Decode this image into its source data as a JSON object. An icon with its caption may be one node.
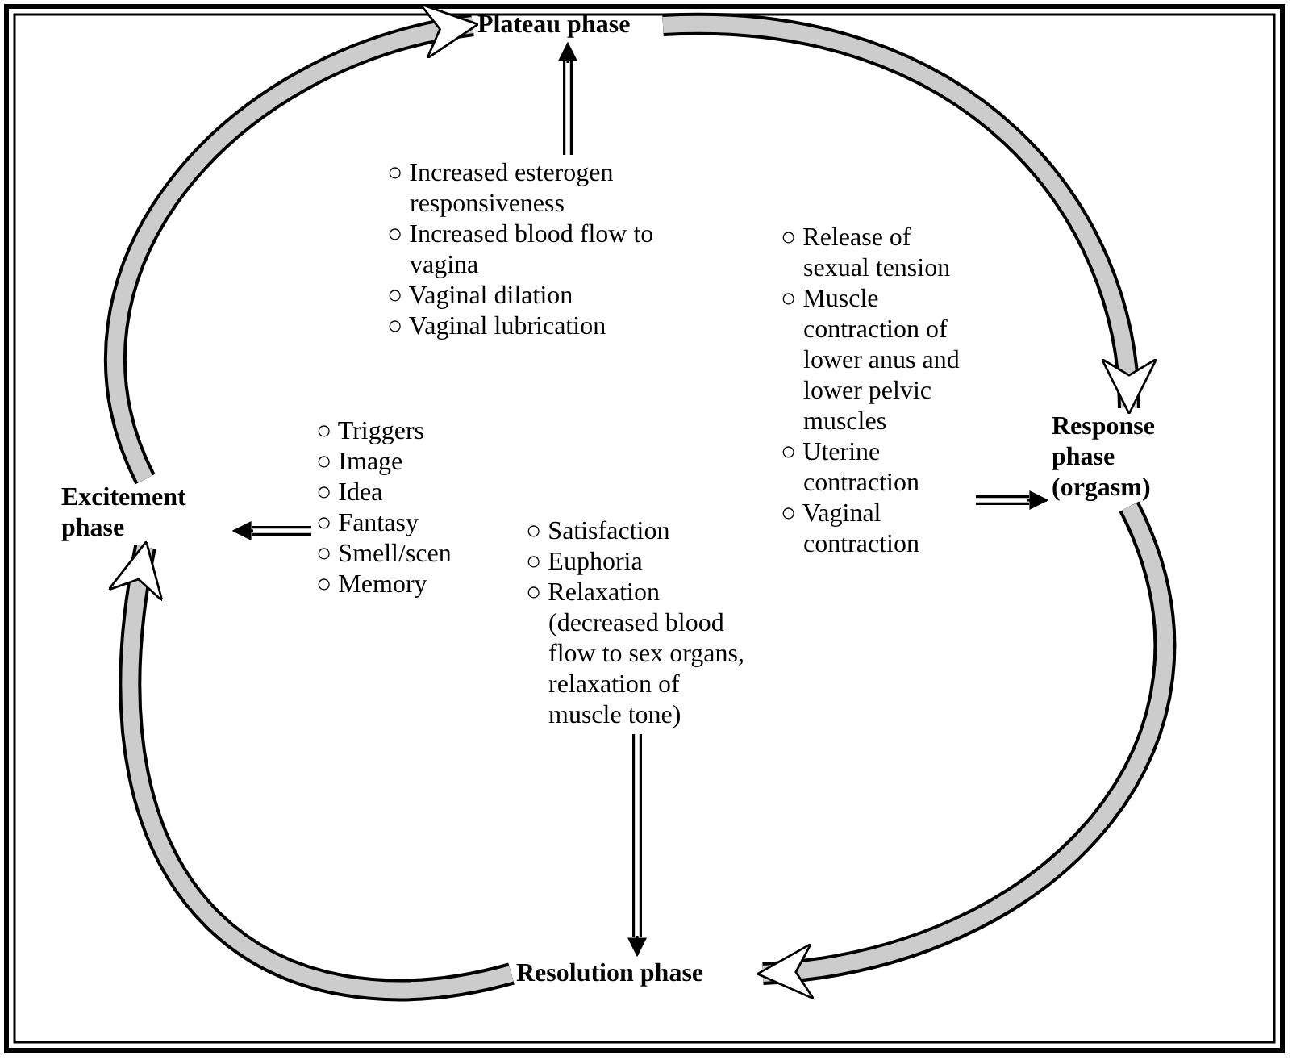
{
  "diagram": {
    "nodes": [
      {
        "text": [
          "Plateau phase"
        ]
      },
      {
        "text": [
          "Response phase (orgasm)"
        ]
      },
      {
        "text": [
          "Resolution phase"
        ]
      },
      {
        "text": [
          "Excitement phase"
        ]
      },
      {
        "text": [
          "○ Increased esterogen responsiveness",
          "○ Increased blood flow to vagina",
          "○ Vaginal dilation",
          "○ Vaginal lubrication"
        ]
      },
      {
        "text": [
          "○ Release of sexual tension",
          "○ Muscle contraction of lower anus and lower pelvic muscles",
          "○ Uterine contraction",
          "○ Vaginal contraction"
        ]
      },
      {
        "text": [
          "○ Triggers",
          "○ Image",
          "○ Idea",
          "○ Fantasy",
          "○ Smell/scen",
          "○ Memory"
        ]
      },
      {
        "text": [
          "○ Satisfaction",
          "○ Euphoria",
          "○ Relaxation (decreased blood flow to sex organs, relaxation of muscle tone)"
        ]
      }
    ],
    "edges": [
      {
        "from": 3,
        "to": 0,
        "arrow": "to",
        "style": "thick",
        "color": "#cccccc"
      },
      {
        "from": 0,
        "to": 1,
        "arrow": "to",
        "style": "thick",
        "color": "#cccccc"
      },
      {
        "from": 1,
        "to": 2,
        "arrow": "to",
        "style": "thick",
        "color": "#cccccc"
      },
      {
        "from": 2,
        "to": 3,
        "arrow": "to",
        "style": "thick",
        "color": "#cccccc"
      },
      {
        "from": 4,
        "to": 0,
        "arrow": "to",
        "color": "#000000"
      },
      {
        "from": 5,
        "to": 1,
        "arrow": "to",
        "color": "#000000"
      },
      {
        "from": 6,
        "to": 3,
        "arrow": "to",
        "color": "#000000"
      },
      {
        "from": 7,
        "to": 2,
        "arrow": "to",
        "color": "#000000"
      }
    ]
  }
}
